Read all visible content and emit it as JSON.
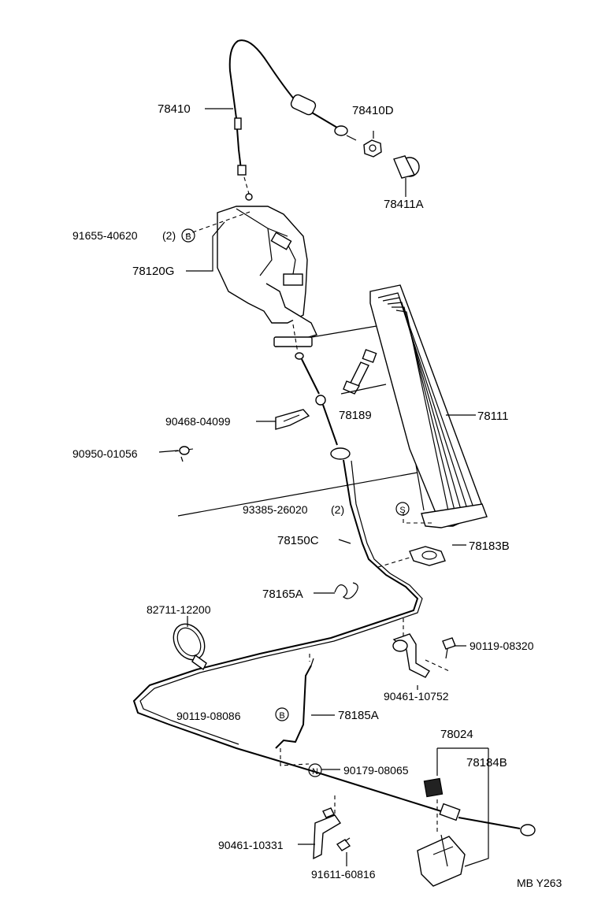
{
  "parts": {
    "p78410": "78410",
    "p78410D": "78410D",
    "p78411A": "78411A",
    "p91655": "91655-40620",
    "p91655_qty": "(2)",
    "p78120G": "78120G",
    "p78189": "78189",
    "p78111": "78111",
    "p90468": "90468-04099",
    "p90950": "90950-01056",
    "p93385": "93385-26020",
    "p93385_qty": "(2)",
    "p78150C": "78150C",
    "p78183B": "78183B",
    "p78165A": "78165A",
    "p82711": "82711-12200",
    "p90119_83": "90119-08320",
    "p90461_107": "90461-10752",
    "p90119_08": "90119-08086",
    "p78185A": "78185A",
    "p78024": "78024",
    "p78184B": "78184B",
    "p90179": "90179-08065",
    "p90461_103": "90461-10331",
    "p91611": "91611-60816"
  },
  "markers": {
    "b1": "B",
    "s1": "S",
    "b2": "B",
    "n1": "N"
  },
  "footer": {
    "code": "MB Y263"
  }
}
